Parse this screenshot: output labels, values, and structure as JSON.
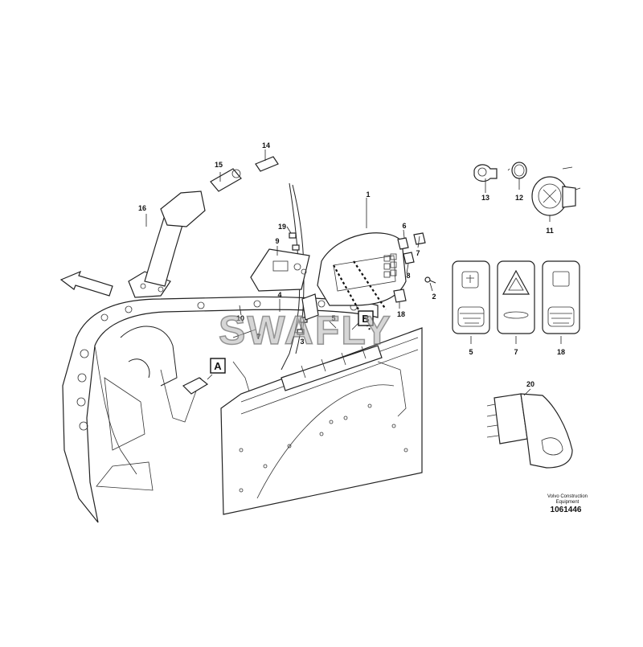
{
  "part_numbers": {
    "p1": "1",
    "p2": "2",
    "p3": "3",
    "p4": "4",
    "p5": "5",
    "p6": "6",
    "p7": "7",
    "p8": "8",
    "p9": "9",
    "p10": "10",
    "p11": "11",
    "p12": "12",
    "p13": "13",
    "p14": "14",
    "p15": "15",
    "p16": "16",
    "p18": "18",
    "p19": "19",
    "p20": "20"
  },
  "detail_labels": {
    "sw5": "5",
    "sw7": "7",
    "sw18": "18",
    "sw20": "20"
  },
  "callouts": {
    "a": "A",
    "b": "B"
  },
  "watermark": "SWAFLY",
  "footer": {
    "credit_line1": "Volvo Construction",
    "credit_line2": "Equipment",
    "reference": "1061446"
  },
  "colors": {
    "line": "#222222",
    "background": "#ffffff",
    "watermark": "#b4b4b4"
  }
}
